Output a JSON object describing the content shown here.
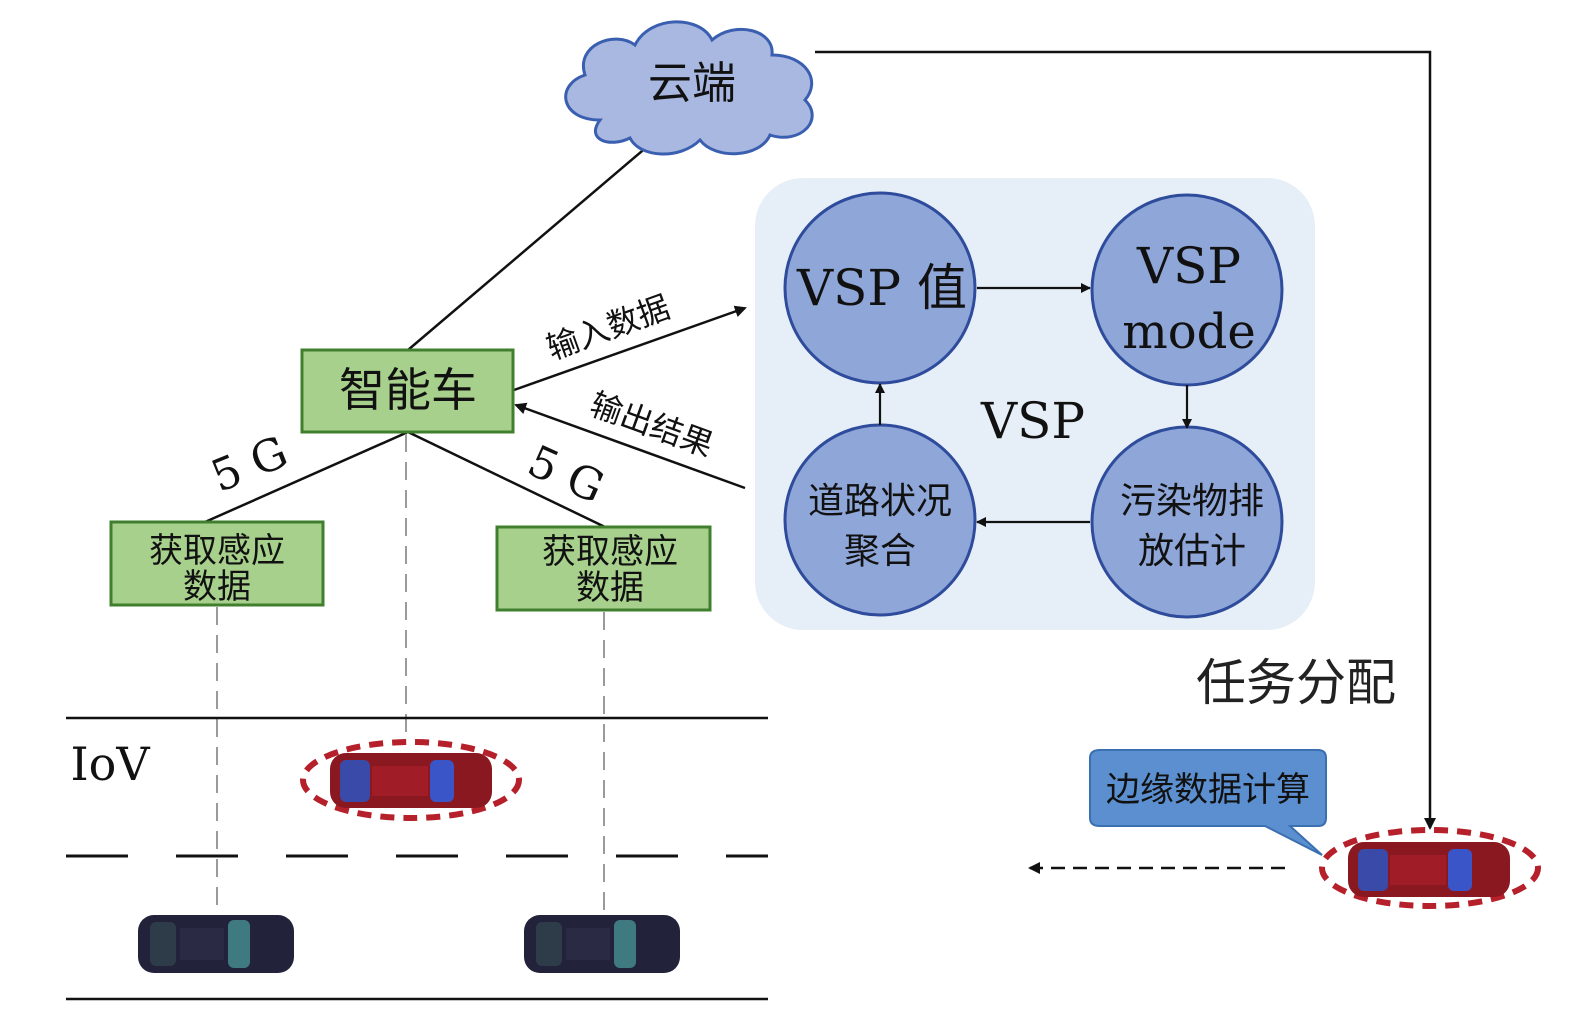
{
  "cloud": {
    "label": "云端"
  },
  "smart_car": {
    "label": "智能车"
  },
  "sensor_left": {
    "line1": "获取感应",
    "line2": "数据"
  },
  "sensor_right": {
    "line1": "获取感应",
    "line2": "数据"
  },
  "links": {
    "left_5g": "5 G",
    "right_5g": "5 G",
    "input_data": "输入数据",
    "output_result": "输出结果"
  },
  "vsp": {
    "center_label": "VSP",
    "node_value": "VSP 值",
    "node_mode_line1": "VSP",
    "node_mode_line2": "mode",
    "node_road_line1": "道路状况",
    "node_road_line2": "聚合",
    "node_pollution_line1": "污染物排",
    "node_pollution_line2": "放估计"
  },
  "task_allocation": "任务分配",
  "edge_compute": "边缘数据计算",
  "road": {
    "label": "IoV"
  },
  "colors": {
    "cloud_fill": "#a9b8e0",
    "cloud_stroke": "#3a5fb0",
    "box_fill": "#a7d08c",
    "box_stroke": "#3f7f2e",
    "vsp_bg": "#e6eff8",
    "node_fill": "#8fa6d8",
    "node_stroke": "#2f4c9c",
    "callout_fill": "#5b8fd0",
    "callout_stroke": "#3a6fb0",
    "highlight": "#b5202a"
  }
}
